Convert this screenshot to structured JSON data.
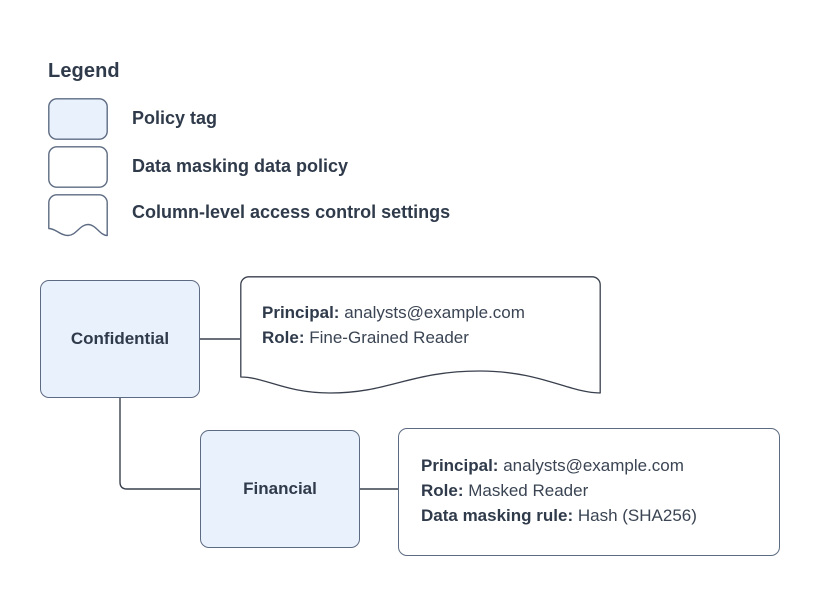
{
  "legend": {
    "title": "Legend",
    "items": [
      {
        "shape": "rounded-rect-filled",
        "label": "Policy tag",
        "fill": "#e9f1fd",
        "stroke": "#5d6b82"
      },
      {
        "shape": "rounded-rect",
        "label": "Data masking data policy",
        "fill": "#ffffff",
        "stroke": "#5d6b82"
      },
      {
        "shape": "document-wave",
        "label": "Column-level access control settings",
        "fill": "#ffffff",
        "stroke": "#5d6b82"
      }
    ]
  },
  "diagram": {
    "nodes": [
      {
        "id": "confidential",
        "label": "Confidential",
        "type": "policy-tag"
      },
      {
        "id": "financial",
        "label": "Financial",
        "type": "policy-tag"
      }
    ],
    "callouts": [
      {
        "id": "confidential-settings",
        "shape": "document-wave",
        "attached_to": "confidential",
        "lines": [
          {
            "key": "Principal:",
            "value": "analysts@example.com"
          },
          {
            "key": "Role:",
            "value": "Fine-Grained Reader"
          }
        ]
      },
      {
        "id": "financial-policy",
        "shape": "rounded-rect",
        "attached_to": "financial",
        "lines": [
          {
            "key": "Principal:",
            "value": "analysts@example.com"
          },
          {
            "key": "Role:",
            "value": "Masked Reader"
          },
          {
            "key": "Data masking rule:",
            "value": "Hash (SHA256)"
          }
        ]
      }
    ],
    "connectors": [
      {
        "from": "confidential",
        "to": "confidential-settings",
        "style": "straight"
      },
      {
        "from": "confidential",
        "to": "financial",
        "style": "elbow"
      },
      {
        "from": "financial",
        "to": "financial-policy",
        "style": "straight"
      }
    ]
  },
  "colors": {
    "tag_fill": "#e9f1fd",
    "stroke": "#5d6b82",
    "text": "#2f3a4a",
    "background": "#ffffff"
  }
}
